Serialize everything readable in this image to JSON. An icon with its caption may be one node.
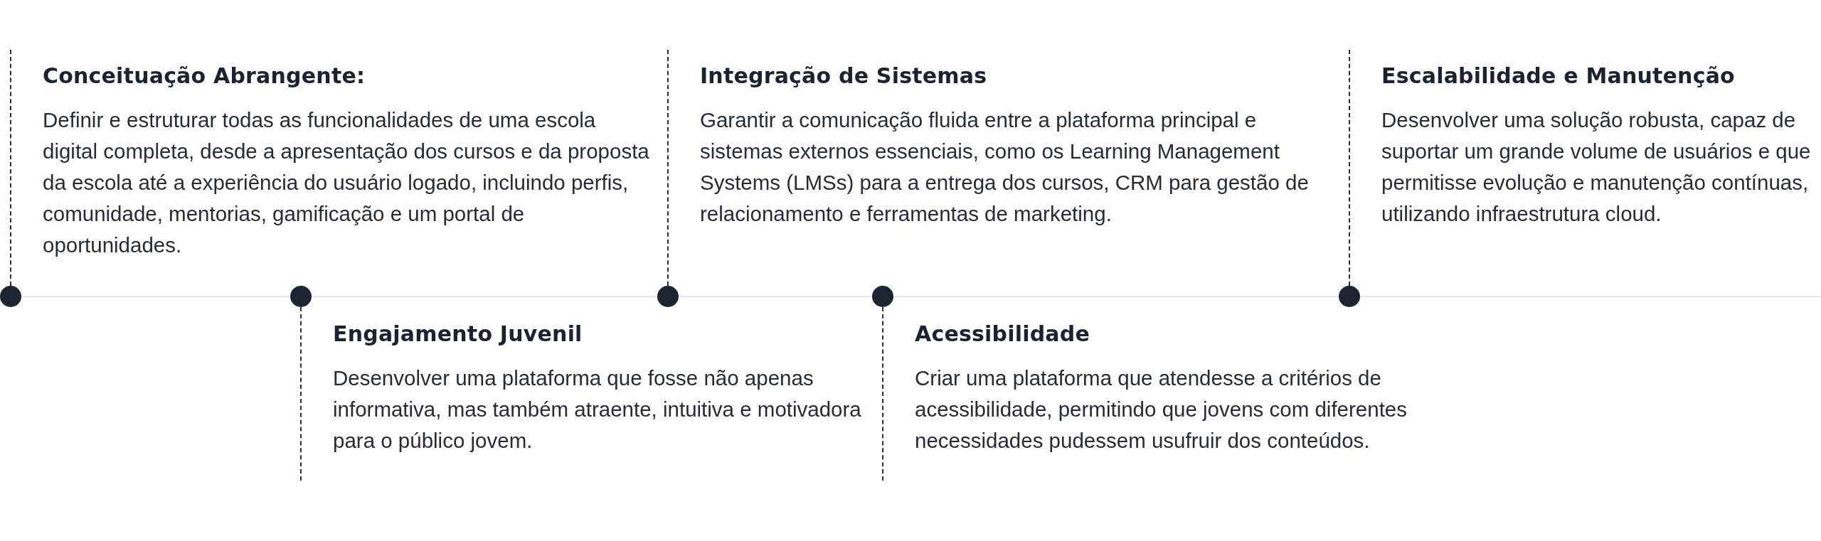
{
  "diagram": {
    "nodes": [
      {
        "text": [
          "Conceituação Abrangente:",
          "Definir e estruturar todas as funcionalidades de uma escola digital completa, desde a apresentação dos cursos e da proposta da escola até a experiência do usuário logado, incluindo perfis, comunidade, mentorias, gamificação e um portal de oportunidades."
        ]
      },
      {
        "text": [
          "Engajamento Juvenil",
          "Desenvolver uma plataforma que fosse não apenas informativa, mas também atraente, intuitiva e motivadora para o público jovem."
        ]
      },
      {
        "text": [
          "Integração de Sistemas",
          "Garantir a comunicação fluida entre a plataforma principal e sistemas externos essenciais, como os Learning Management Systems (LMSs) para a entrega dos cursos, CRM para gestão de relacionamento e ferramentas de marketing."
        ]
      },
      {
        "text": [
          "Acessibilidade",
          "Criar uma plataforma que atendesse a critérios de acessibilidade, permitindo que jovens com diferentes necessidades pudessem usufruir dos conteúdos."
        ]
      },
      {
        "text": [
          "Escalabilidade e Manutenção",
          "Desenvolver uma solução robusta, capaz de suportar um grande volume de usuários e que permitisse evolução e manutenção contínuas, utilizando infraestrutura cloud."
        ]
      }
    ]
  }
}
